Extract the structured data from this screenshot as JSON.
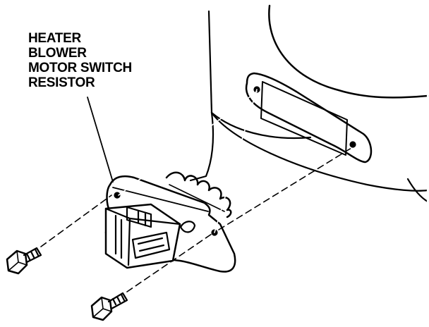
{
  "callout": {
    "lines": [
      "HEATER",
      "BLOWER",
      "MOTOR SWITCH",
      "RESISTOR"
    ]
  },
  "colors": {
    "ink": "#000000",
    "paper": "#ffffff"
  }
}
